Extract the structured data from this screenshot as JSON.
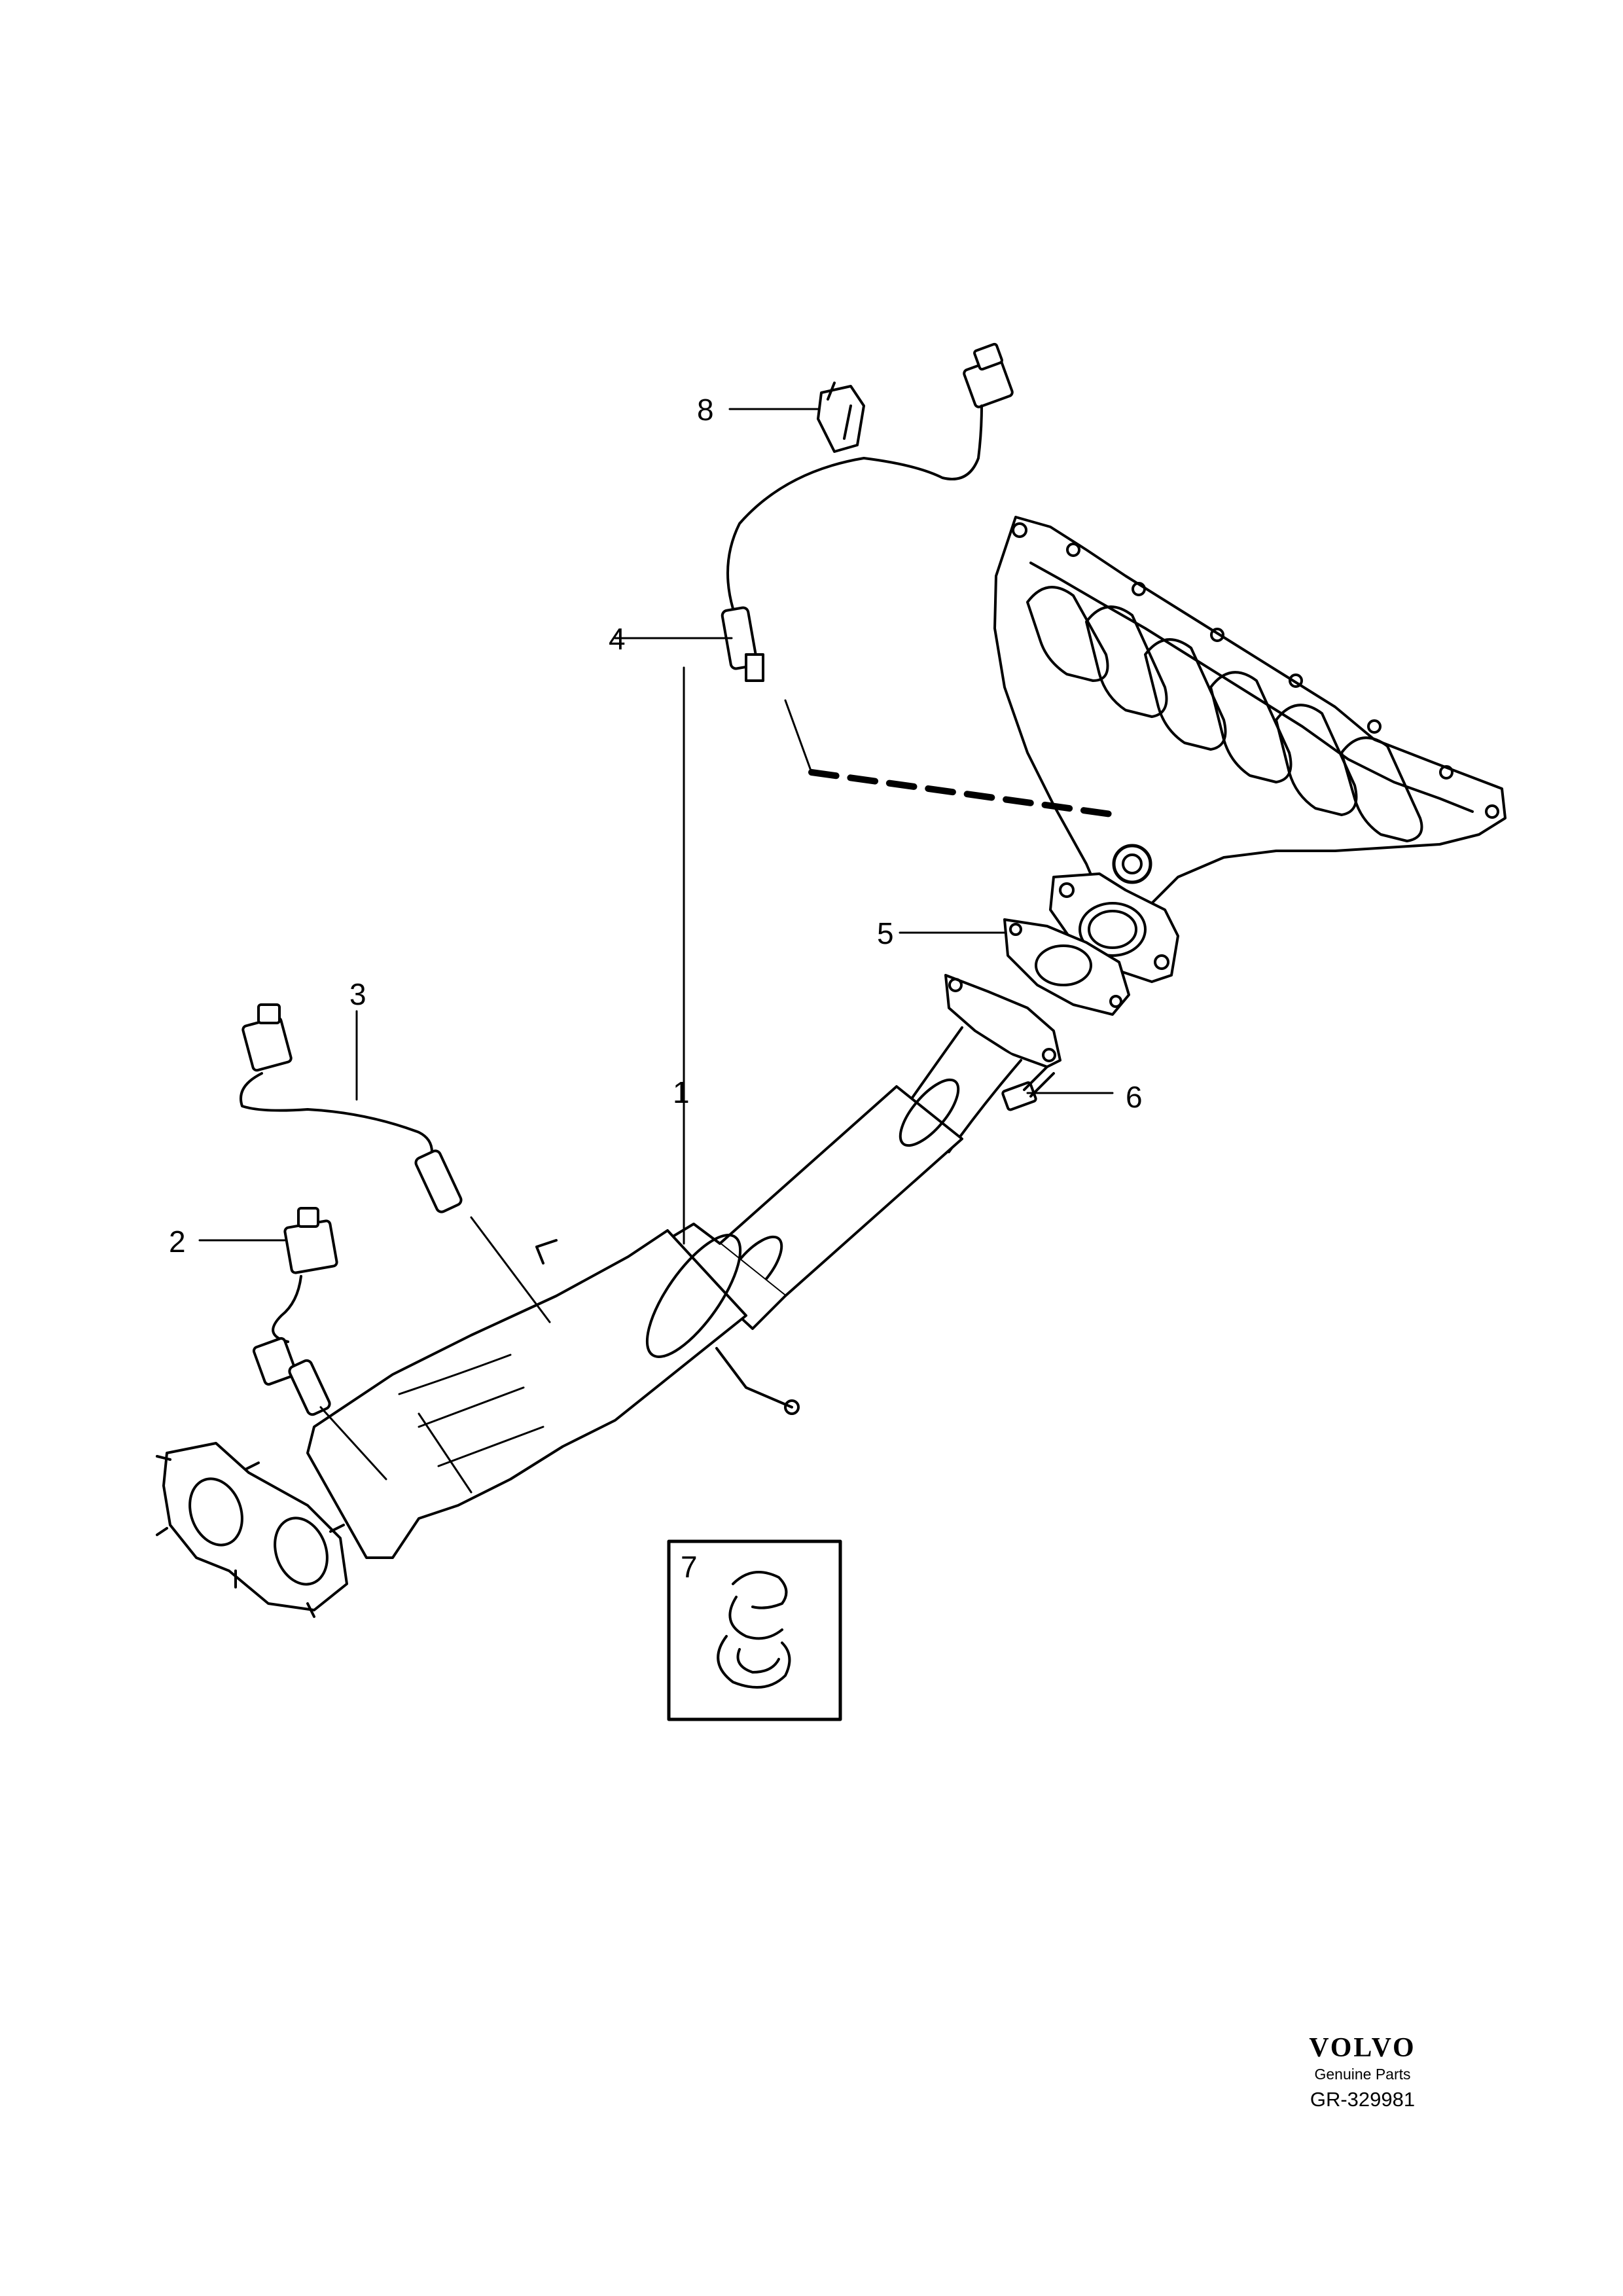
{
  "callouts": {
    "c1": "1",
    "c2": "2",
    "c3": "3",
    "c4": "4",
    "c5": "5",
    "c6": "6",
    "c7": "7",
    "c8": "8"
  },
  "brand": {
    "logo": "VOLVO",
    "subtitle": "Genuine Parts",
    "code": "GR-329981"
  },
  "icons": [
    "exhaust-manifold",
    "oxygen-sensor",
    "catalytic-converter",
    "gasket",
    "bolt",
    "clip",
    "bracket"
  ]
}
